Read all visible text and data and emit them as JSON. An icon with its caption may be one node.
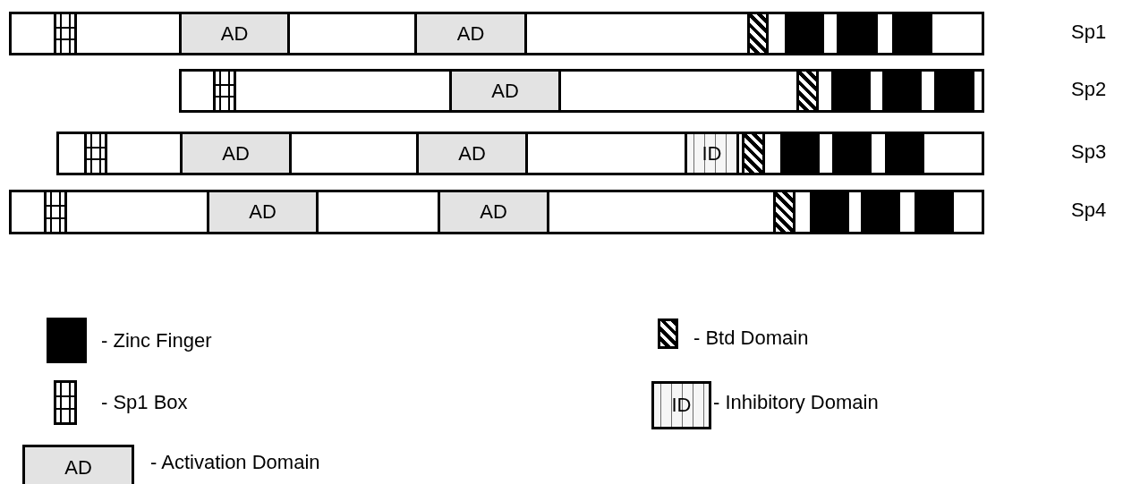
{
  "diagram": {
    "nodes": [
      {
        "text": [],
        "shape": "bar"
      },
      {
        "text": [],
        "shape": "box",
        "in": 0
      },
      {
        "text": [
          "AD"
        ],
        "in": 0
      },
      {
        "text": [
          "AD"
        ],
        "in": 0
      },
      {
        "text": [],
        "shape": "box",
        "in": 0
      },
      {
        "text": [],
        "shape": "box",
        "in": 0
      },
      {
        "text": [],
        "shape": "box",
        "in": 0
      },
      {
        "text": [],
        "shape": "box",
        "in": 0
      },
      {
        "text": [],
        "shape": "bar"
      },
      {
        "text": [],
        "shape": "box",
        "in": 8
      },
      {
        "text": [
          "AD"
        ],
        "in": 8
      },
      {
        "text": [],
        "shape": "box",
        "in": 8
      },
      {
        "text": [],
        "shape": "box",
        "in": 8
      },
      {
        "text": [],
        "shape": "box",
        "in": 8
      },
      {
        "text": [],
        "shape": "box",
        "in": 8
      },
      {
        "text": [],
        "shape": "bar"
      },
      {
        "text": [],
        "shape": "box",
        "in": 15
      },
      {
        "text": [
          "AD"
        ],
        "in": 15
      },
      {
        "text": [
          "AD"
        ],
        "in": 15
      },
      {
        "text": [
          "ID"
        ],
        "in": 15
      },
      {
        "text": [],
        "shape": "box",
        "in": 15
      },
      {
        "text": [],
        "shape": "box",
        "in": 15
      },
      {
        "text": [],
        "shape": "box",
        "in": 15
      },
      {
        "text": [],
        "shape": "box",
        "in": 15
      },
      {
        "text": [],
        "shape": "bar"
      },
      {
        "text": [],
        "shape": "box",
        "in": 24
      },
      {
        "text": [
          "AD"
        ],
        "in": 24
      },
      {
        "text": [
          "AD"
        ],
        "in": 24
      },
      {
        "text": [],
        "shape": "box",
        "in": 24
      },
      {
        "text": [],
        "shape": "box",
        "in": 24
      },
      {
        "text": [],
        "shape": "box",
        "in": 24
      },
      {
        "text": [],
        "shape": "box",
        "in": 24
      }
    ],
    "labels": [
      "Sp1",
      "Sp2",
      "Sp3",
      "Sp4",
      "ID",
      "AD"
    ],
    "legend": [
      {
        "text": "- Zinc Finger",
        "color": "#000000"
      },
      {
        "text": "- Btd Domain"
      },
      {
        "text": "- Sp1 Box"
      },
      {
        "text": "- Inhibitory Domain"
      },
      {
        "text": "- Activation Domain"
      }
    ]
  }
}
